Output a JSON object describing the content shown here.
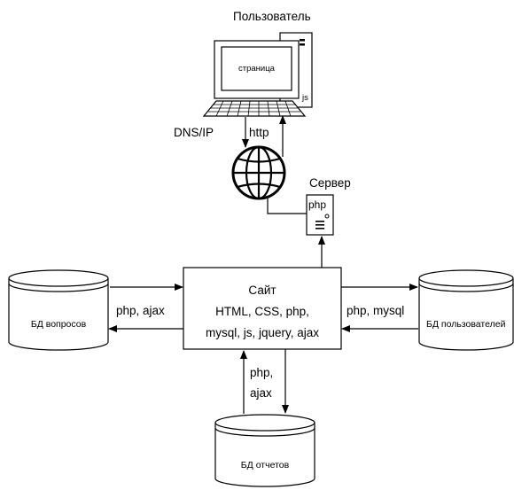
{
  "user": {
    "label": "Пользователь",
    "screen_text": "страница",
    "js_label": "js"
  },
  "internet": {
    "dns_label": "DNS/IP",
    "http_label": "http"
  },
  "server": {
    "label": "Сервер",
    "php_label": "php"
  },
  "site": {
    "title": "Сайт",
    "line1": "HTML, CSS, php,",
    "line2": "mysql, js, jquery, ajax"
  },
  "db_questions": {
    "label": "БД вопросов",
    "link_label": "php, ajax"
  },
  "db_users": {
    "label": "БД пользователей",
    "link_label": "php, mysql"
  },
  "db_reports": {
    "label": "БД отчетов",
    "link_line1": "php,",
    "link_line2": "ajax"
  }
}
